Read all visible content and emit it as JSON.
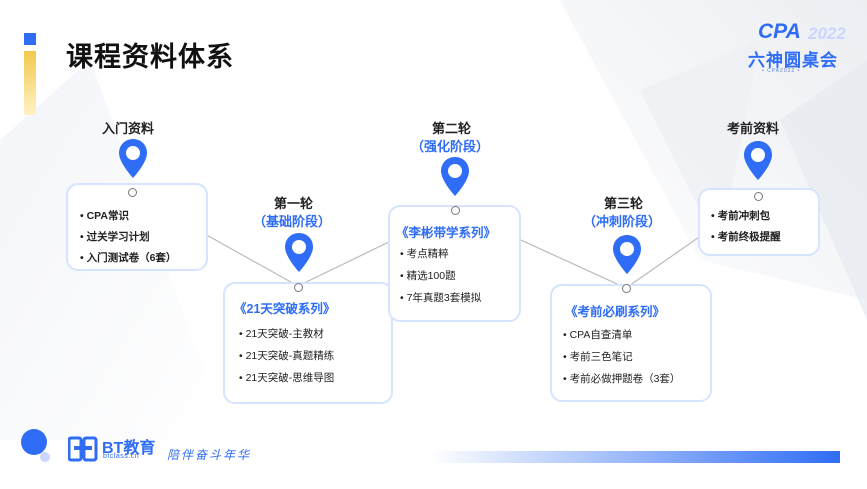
{
  "title": "课程资料体系",
  "logo": {
    "cpa": "CPA",
    "year": "2022",
    "cn": "六神圆桌会",
    "sub": "• CPA2022 •"
  },
  "brand": {
    "name": "BT教育",
    "url": "btclass.cn",
    "slogan": "陪伴奋斗年华"
  },
  "colors": {
    "accent": "#2f6df6",
    "card_border": "#d6e4ff",
    "highlight": "#f2c94c"
  },
  "nodes": [
    {
      "label": "入门资料",
      "items": [
        "• CPA常识",
        "• 过关学习计划",
        "• 入门测试卷（6套）"
      ]
    },
    {
      "label": "第一轮",
      "stage": "（基础阶段）",
      "series": "《21天突破系列》",
      "items": [
        "• 21天突破-主教材",
        "• 21天突破-真题精练",
        "• 21天突破-思维导图"
      ]
    },
    {
      "label": "第二轮",
      "stage": "（强化阶段）",
      "series": "《李彬带学系列》",
      "items": [
        "• 考点精粹",
        "• 精选100题",
        "• 7年真题3套模拟"
      ]
    },
    {
      "label": "第三轮",
      "stage": "（冲刺阶段）",
      "series": "《考前必刷系列》",
      "items": [
        "• CPA自查清单",
        "• 考前三色笔记",
        "• 考前必做押题卷（3套）"
      ]
    },
    {
      "label": "考前资料",
      "items": [
        "• 考前冲刺包",
        "• 考前终极提醒"
      ]
    }
  ]
}
